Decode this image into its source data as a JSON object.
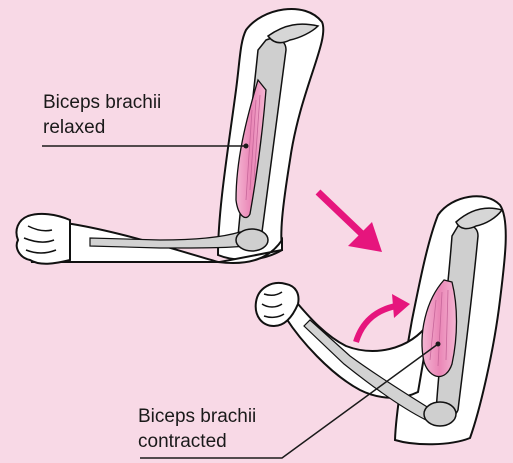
{
  "labels": {
    "relaxed": {
      "line1": "Biceps brachii",
      "line2": "relaxed"
    },
    "contracted": {
      "line1": "Biceps brachii",
      "line2": "contracted"
    }
  },
  "colors": {
    "background": "#f8d9e6",
    "muscle": "#ee93bf",
    "bone": "#c9c9c9",
    "skin": "#ffffff",
    "arrow": "#e6157d",
    "leader_line": "#1a1a1a"
  }
}
